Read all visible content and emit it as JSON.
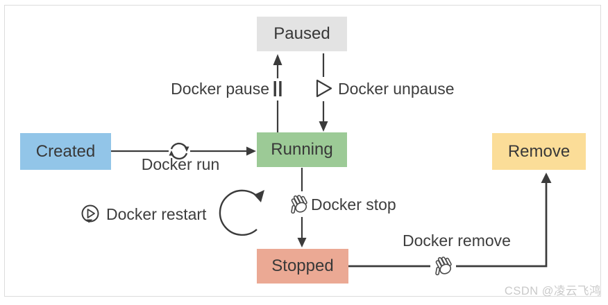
{
  "diagram": {
    "type": "state-diagram",
    "subject": "Docker container lifecycle",
    "nodes": [
      {
        "id": "created",
        "label": "Created",
        "color": "#92c5e8"
      },
      {
        "id": "paused",
        "label": "Paused",
        "color": "#e3e3e3"
      },
      {
        "id": "running",
        "label": "Running",
        "color": "#9cca96"
      },
      {
        "id": "stopped",
        "label": "Stopped",
        "color": "#eba994"
      },
      {
        "id": "remove",
        "label": "Remove",
        "color": "#fbdd98"
      }
    ],
    "edges": [
      {
        "from": "created",
        "to": "running",
        "label": "Docker run",
        "icon": "sync-icon"
      },
      {
        "from": "running",
        "to": "paused",
        "label": "Docker pause",
        "icon": "pause-icon"
      },
      {
        "from": "paused",
        "to": "running",
        "label": "Docker unpause",
        "icon": "play-icon"
      },
      {
        "from": "running",
        "to": "stopped",
        "label": "Docker stop",
        "icon": "hand-icon"
      },
      {
        "from": "running",
        "to": "running",
        "label": "Docker restart",
        "icon": "restart-icon"
      },
      {
        "from": "stopped",
        "to": "remove",
        "label": "Docker remove",
        "icon": "hand-icon"
      }
    ],
    "colors": {
      "arrow": "#3b3b3b",
      "text": "#3d3d3d",
      "frame_border": "#dcdcdc",
      "watermark_text": "#c9c9c9"
    },
    "watermark": "CSDN @凌云飞鸿"
  }
}
